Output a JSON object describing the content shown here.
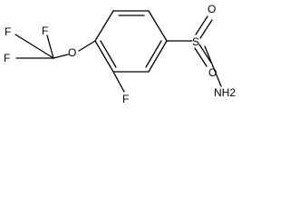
{
  "labels": {
    "f_top_left": "F",
    "f_top": "F",
    "f_left": "F",
    "o_ether": "O",
    "f_ring": "F",
    "s": "S",
    "o_upper": "O",
    "o_lower": "O",
    "nh2": "NH2"
  }
}
